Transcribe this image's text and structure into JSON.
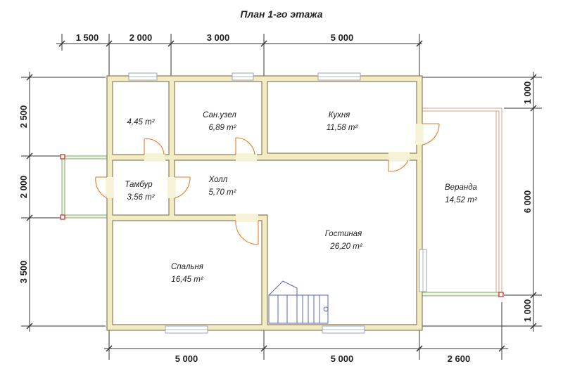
{
  "title": "План 1-го этажа",
  "dimensions": {
    "top": [
      "1 500",
      "2 000",
      "3 000",
      "5 000"
    ],
    "bottom": [
      "5 000",
      "5 000",
      "2 600"
    ],
    "left": [
      "2 500",
      "2 000",
      "3 500"
    ],
    "right": [
      "1 000",
      "6 000",
      "1 000"
    ]
  },
  "rooms": [
    {
      "name": "",
      "area": "4,45 m²"
    },
    {
      "name": "Сан.узел",
      "area": "6,89 m²"
    },
    {
      "name": "Кухня",
      "area": "11,58 m²"
    },
    {
      "name": "Тамбур",
      "area": "3,56 m²"
    },
    {
      "name": "Холл",
      "area": "5,70 m²"
    },
    {
      "name": "Веранда",
      "area": "14,52 m²"
    },
    {
      "name": "Гостиная",
      "area": "26,20 m²"
    },
    {
      "name": "Спальня",
      "area": "16,45 m²"
    }
  ]
}
